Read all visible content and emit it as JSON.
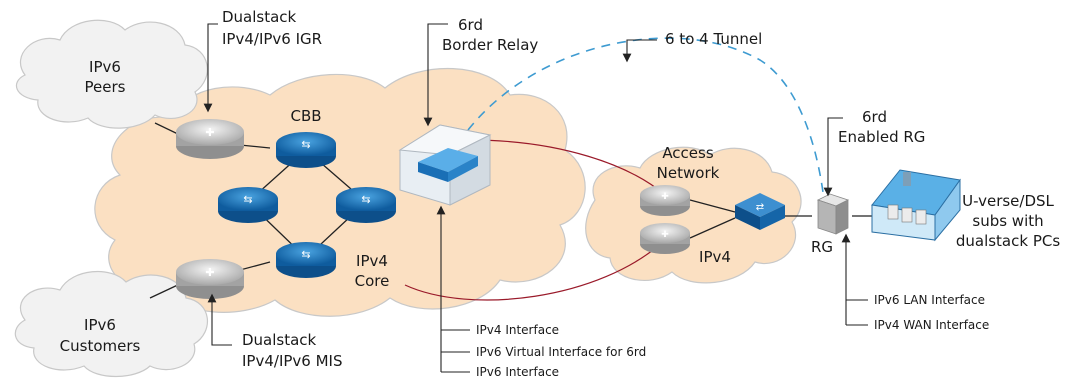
{
  "clouds": {
    "peers": [
      "IPv6",
      "Peers"
    ],
    "customers": [
      "IPv6",
      "Customers"
    ],
    "access": [
      "Access",
      "Network"
    ]
  },
  "callouts": {
    "igr": [
      "Dualstack",
      "IPv4/IPv6 IGR"
    ],
    "mis": [
      "Dualstack",
      "IPv4/IPv6 MIS"
    ],
    "relay": [
      "6rd",
      "Border Relay"
    ],
    "tunnel": "6 to 4 Tunnel",
    "enabled_rg": [
      "6rd",
      "Enabled RG"
    ],
    "subs": [
      "U-verse/DSL",
      "subs with",
      "dualstack PCs"
    ]
  },
  "labels": {
    "cbb": "CBB",
    "core": [
      "IPv4",
      "Core"
    ],
    "ipv4_access": "IPv4",
    "rg": "RG"
  },
  "interfaces_relay": [
    "IPv4 Interface",
    "IPv6 Virtual Interface for 6rd",
    "IPv6 Interface"
  ],
  "interfaces_rg": [
    "IPv6 LAN Interface",
    "IPv4 WAN Interface"
  ],
  "colors": {
    "cloud_fill": "#fbe0c2",
    "cloud_fill_gray": "#f2f2f2",
    "cloud_stroke": "#c8c8c8",
    "router_blue": "#1a6fb6",
    "router_gray": "#b8b8b8",
    "tunnel": "#3e9bd1",
    "link_red": "#9a1a2a",
    "line": "#222222"
  }
}
